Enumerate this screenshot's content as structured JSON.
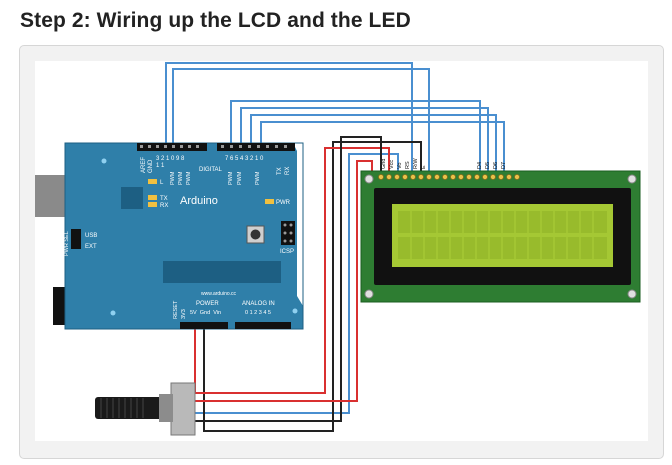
{
  "page": {
    "title": "Step 2: Wiring up the LCD and the LED"
  },
  "arduino": {
    "brand": "Arduino",
    "url": "www.arduino.cc",
    "aref": "AREF",
    "gnd": "GND",
    "digital": "DIGITAL",
    "pwm": "PWM",
    "tx": "TX",
    "rx": "RX",
    "tx_led": "TX",
    "rx_led": "RX",
    "l_led": "L",
    "pwr": "PWR",
    "icsp": "ICSP",
    "pwr_sel": "PWR SEL",
    "usb": "USB",
    "ext": "EXT",
    "reset": "RESET",
    "v33": "3V3",
    "power": "POWER",
    "power_pins": "5V  Gnd  Vin",
    "analog_in": "ANALOG IN",
    "analog_pins": "0 1 2 3 4 5",
    "digital_numbers_a": "3 2 1 0 9 8",
    "digital_numbers_b": "7 6 5 4 3 2 1 0",
    "digital_numbers_c": "1 1"
  },
  "lcd": {
    "pin_gnd": "Gnd",
    "pin_vcc": "Vcc",
    "pin_vo": "Vo",
    "pin_rs": "RS",
    "pin_rw": "R/W",
    "pin_e": "E",
    "pin_d4": "D4",
    "pin_d5": "D5",
    "pin_d6": "D6",
    "pin_d7": "D7"
  },
  "colors": {
    "board": "#2f7fa9",
    "board_dark": "#1d5f83",
    "lcd_pcb": "#2e7d32",
    "lcd_screen": "#a5c834",
    "wire_blue": "#4a8fd0",
    "wire_red": "#d93030",
    "wire_black": "#222222"
  }
}
